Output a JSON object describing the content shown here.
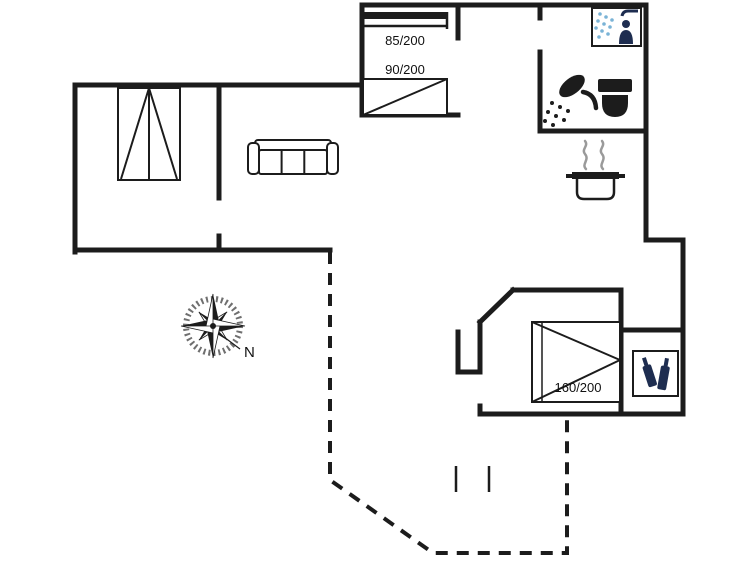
{
  "beds": {
    "bunk": "85/200",
    "single": "90/200",
    "double": "160/200"
  },
  "compass": {
    "north_label": "N"
  },
  "icons": {
    "wardrobe": "wardrobe-icon",
    "sofa": "sofa-icon",
    "bunk_bed": "bunk-bed-icon",
    "single_bed": "single-bed-icon",
    "double_bed": "double-bed-icon",
    "shower": "shower-icon",
    "toilet": "toilet-icon",
    "shower_cabin": "shower-cabin-icon",
    "cooking_pot": "cooking-pot-icon",
    "steam": "steam-icon",
    "bottles": "bottles-icon",
    "compass_rose": "compass-rose-icon"
  },
  "colors": {
    "background": "#ffffff",
    "wall": "#1c1c1c",
    "steam_gray": "#9a9a9a",
    "spray_blue": "#7ab3d6",
    "icon_navy": "#1e2d50"
  }
}
